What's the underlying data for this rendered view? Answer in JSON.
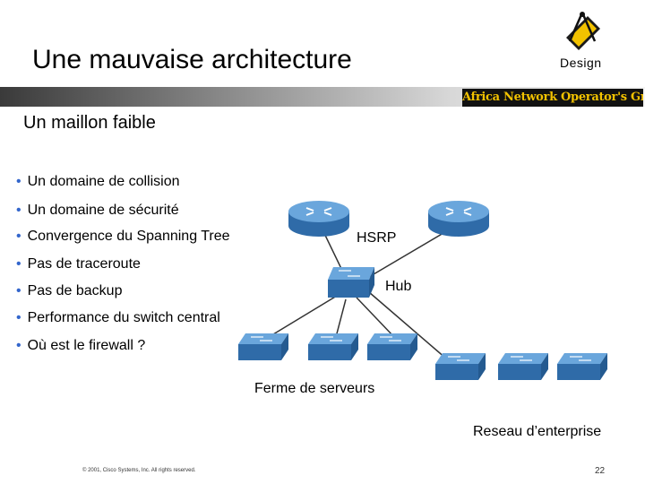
{
  "slide": {
    "title": "Une mauvaise architecture",
    "badge": "Design",
    "banner": "Africa Network Operator's Group",
    "subtitle": "Un maillon faible",
    "bullets": [
      "Un domaine de collision",
      "Un domaine de sécurité",
      "Convergence  du Spanning Tree",
      "Pas de traceroute",
      "Pas de backup",
      "Performance du switch central",
      "Où est le firewall ?"
    ],
    "footer": "© 2001, Cisco Systems, Inc. All rights reserved.",
    "page_number": "22"
  },
  "diagram": {
    "labels": {
      "hsrp": "HSRP",
      "hub": "Hub",
      "server_farm": "Ferme de serveurs",
      "enterprise": "Reseau d’enterprise"
    },
    "colors": {
      "device_fill": "#3a78b8",
      "device_top": "#6aa6dc",
      "link": "#333333"
    }
  }
}
